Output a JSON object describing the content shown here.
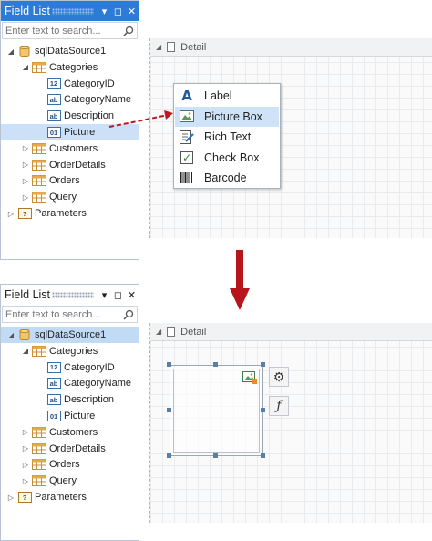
{
  "field_list": {
    "title": "Field List",
    "pin_glyph": "▾",
    "max_glyph": "◻",
    "close_glyph": "✕",
    "search_placeholder": "Enter text to search...",
    "tree": [
      {
        "label": "sqlDataSource1",
        "icon": "database-icon",
        "level": 0,
        "expander": "◢"
      },
      {
        "label": "Categories",
        "icon": "table-icon",
        "level": 1,
        "expander": "◢"
      },
      {
        "label": "CategoryID",
        "icon": "numeric-field-icon",
        "badge": "12",
        "level": 2
      },
      {
        "label": "CategoryName",
        "icon": "string-field-icon",
        "badge": "ab",
        "level": 2
      },
      {
        "label": "Description",
        "icon": "string-field-icon",
        "badge": "ab",
        "level": 2
      },
      {
        "label": "Picture",
        "icon": "binary-field-icon",
        "badge": "01",
        "level": 2
      },
      {
        "label": "Customers",
        "icon": "table-icon",
        "level": 1,
        "expander": "▷"
      },
      {
        "label": "OrderDetails",
        "icon": "table-icon",
        "level": 1,
        "expander": "▷"
      },
      {
        "label": "Orders",
        "icon": "table-icon",
        "level": 1,
        "expander": "▷"
      },
      {
        "label": "Query",
        "icon": "table-icon",
        "level": 1,
        "expander": "▷"
      },
      {
        "label": "Parameters",
        "icon": "parameters-icon",
        "badge": "?",
        "level": 0,
        "expander": "▷"
      }
    ]
  },
  "designer": {
    "band_label": "Detail",
    "band_expander": "◢"
  },
  "toolbox": {
    "items": [
      {
        "label": "Label",
        "icon": "label-icon"
      },
      {
        "label": "Picture Box",
        "icon": "picture-box-icon"
      },
      {
        "label": "Rich Text",
        "icon": "rich-text-icon"
      },
      {
        "label": "Check Box",
        "icon": "check-box-icon"
      },
      {
        "label": "Barcode",
        "icon": "barcode-icon"
      }
    ],
    "label_glyph": "A",
    "checkbox_glyph": "✓"
  },
  "picture_box": {
    "tasks_glyph": "⚙",
    "expression_glyph": "ƒ"
  },
  "colors": {
    "accent": "#2c7bd6",
    "arrow": "#c0161e",
    "selection": "#cce0f7"
  }
}
